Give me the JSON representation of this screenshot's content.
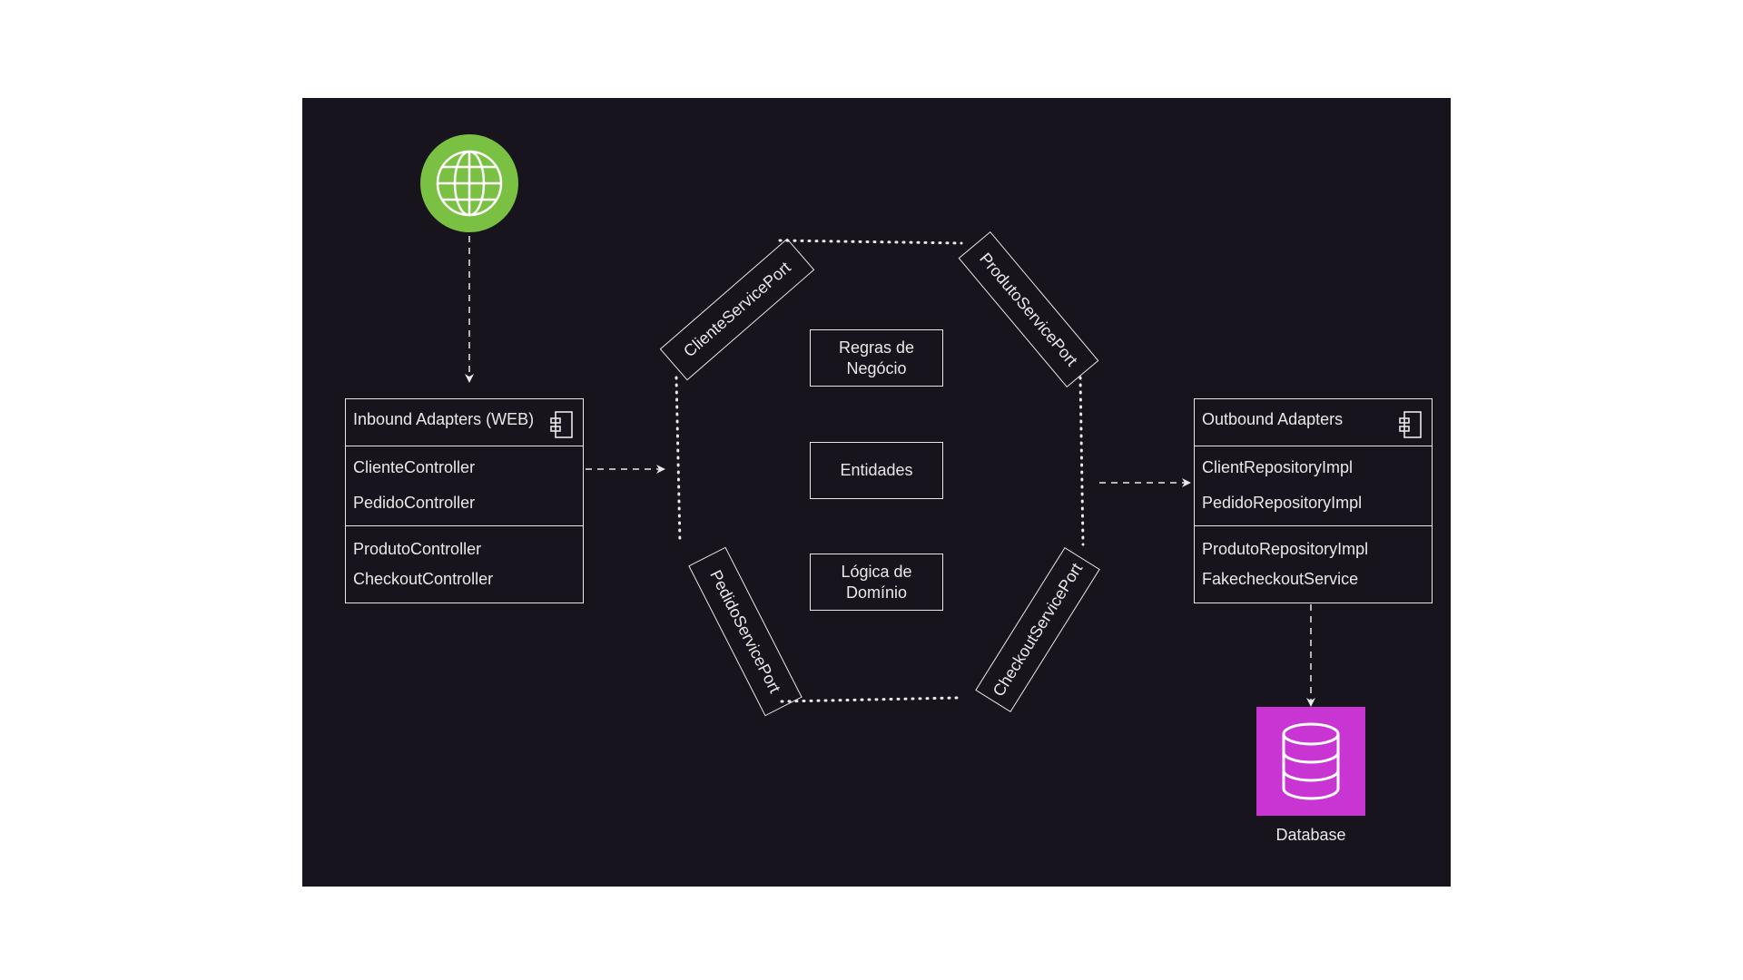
{
  "inbound": {
    "title": "Inbound Adapters (WEB)",
    "items": [
      "ClienteController",
      "PedidoController",
      "ProdutoController",
      "CheckoutController"
    ]
  },
  "outbound": {
    "title": "Outbound Adapters",
    "items": [
      "ClientRepositoryImpl",
      "PedidoRepositoryImpl",
      "ProdutoRepositoryImpl",
      "FakecheckoutService"
    ]
  },
  "core": {
    "regras": "Regras de\nNegócio",
    "entidades": "Entidades",
    "logica": "Lógica de\nDomínio"
  },
  "ports": {
    "cliente": "ClienteServicePort",
    "produto": "ProdutoServicePort",
    "pedido": "PedidoServicePort",
    "checkout": "CheckoutServicePort"
  },
  "database": {
    "label": "Database"
  },
  "icons": {
    "internet": "globe-icon",
    "database": "database-icon",
    "component": "component-icon"
  },
  "colors": {
    "background": "#17141d",
    "stroke": "#e9e9e9",
    "globe": "#7ac143",
    "database": "#c935d3"
  }
}
